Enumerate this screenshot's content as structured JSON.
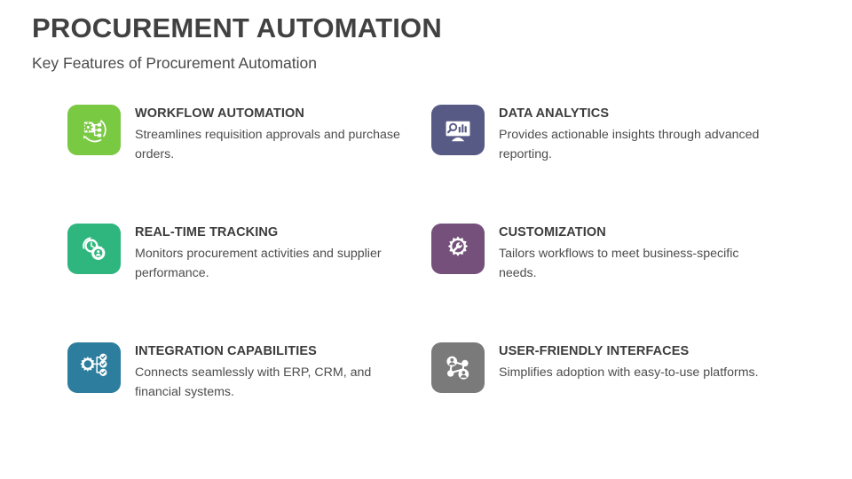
{
  "header": {
    "title": "PROCUREMENT AUTOMATION",
    "subtitle": "Key Features of Procurement Automation"
  },
  "colors": {
    "background": "#ffffff",
    "title_text": "#414141",
    "subtitle_text": "#4a4a4a",
    "heading_text": "#3c3c3c",
    "body_text": "#4c4c4c"
  },
  "features": [
    {
      "heading": "WORKFLOW AUTOMATION",
      "description": "Streamlines requisition approvals and purchase orders.",
      "icon": "workflow-automation-icon",
      "tile_color": "#7ac943"
    },
    {
      "heading": "DATA ANALYTICS",
      "description": "Provides actionable insights through advanced reporting.",
      "icon": "data-analytics-icon",
      "tile_color": "#565a84"
    },
    {
      "heading": "REAL-TIME TRACKING",
      "description": "Monitors procurement activities and supplier performance.",
      "icon": "real-time-tracking-icon",
      "tile_color": "#2fb67f"
    },
    {
      "heading": "CUSTOMIZATION",
      "description": "Tailors workflows to meet business-specific needs.",
      "icon": "customization-icon",
      "tile_color": "#74507a"
    },
    {
      "heading": "INTEGRATION CAPABILITIES",
      "description": "Connects seamlessly with ERP, CRM, and financial systems.",
      "icon": "integration-capabilities-icon",
      "tile_color": "#2d7e9e"
    },
    {
      "heading": "USER-FRIENDLY INTERFACES",
      "description": "Simplifies adoption with easy-to-use platforms.",
      "icon": "user-friendly-interfaces-icon",
      "tile_color": "#7a7a7a"
    }
  ]
}
